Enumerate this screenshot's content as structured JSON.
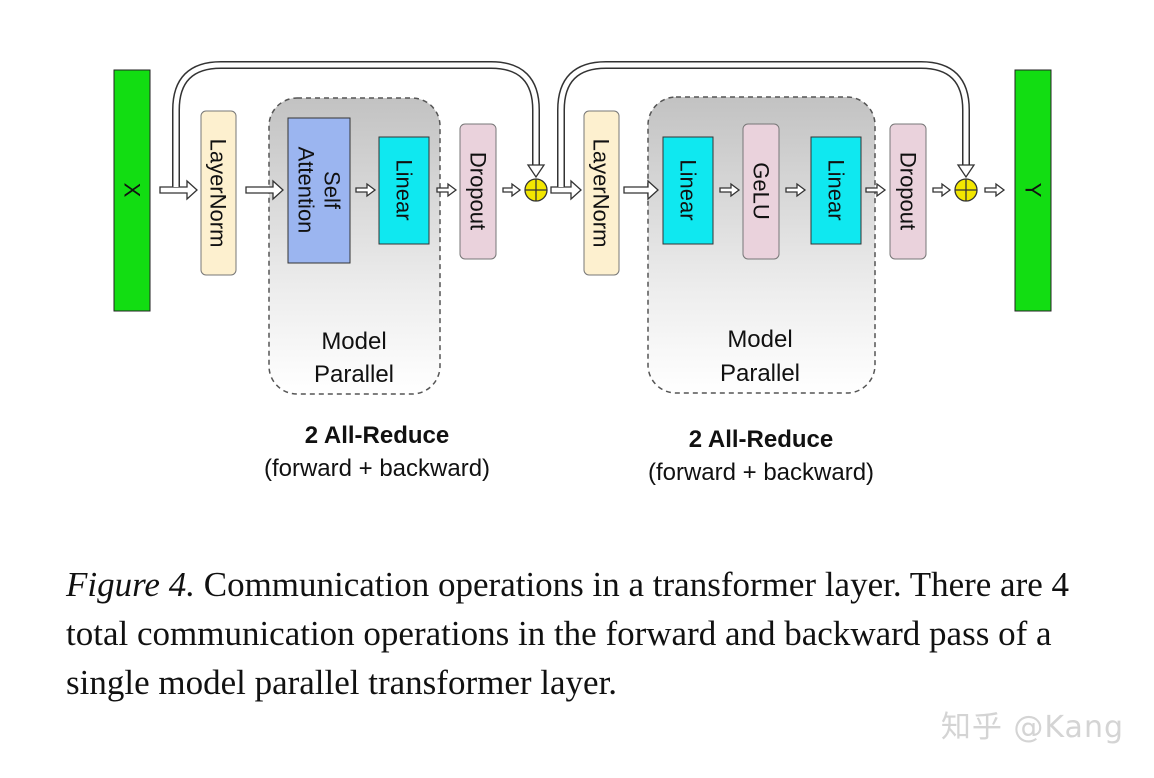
{
  "diagram": {
    "input_label": "X",
    "output_label": "Y",
    "blocks": {
      "layernorm1": "LayerNorm",
      "self_attention_line1": "Self",
      "self_attention_line2": "Attention",
      "linear1": "Linear",
      "dropout1": "Dropout",
      "layernorm2": "LayerNorm",
      "linear2": "Linear",
      "gelu": "GeLU",
      "linear3": "Linear",
      "dropout2": "Dropout"
    },
    "group1": {
      "line1": "Model",
      "line2": "Parallel"
    },
    "group2": {
      "line1": "Model",
      "line2": "Parallel"
    },
    "allreduce1": {
      "title": "2 All-Reduce",
      "subtitle": "(forward + backward)"
    },
    "allreduce2": {
      "title": "2 All-Reduce",
      "subtitle": "(forward + backward)"
    },
    "colors": {
      "io_green": "#12dd12",
      "layernorm": "#fdf0cf",
      "self_attention": "#9bb5f0",
      "linear": "#0fe8f0",
      "dropout": "#ead2dc",
      "gelu": "#ead2dc",
      "adder": "#f2e600"
    }
  },
  "caption": {
    "figure_label": "Figure 4.",
    "text": " Communication operations in a transformer layer. There are 4 total communication operations in the forward and backward pass of a single model parallel transformer layer."
  },
  "watermark": "知乎 @Kang"
}
